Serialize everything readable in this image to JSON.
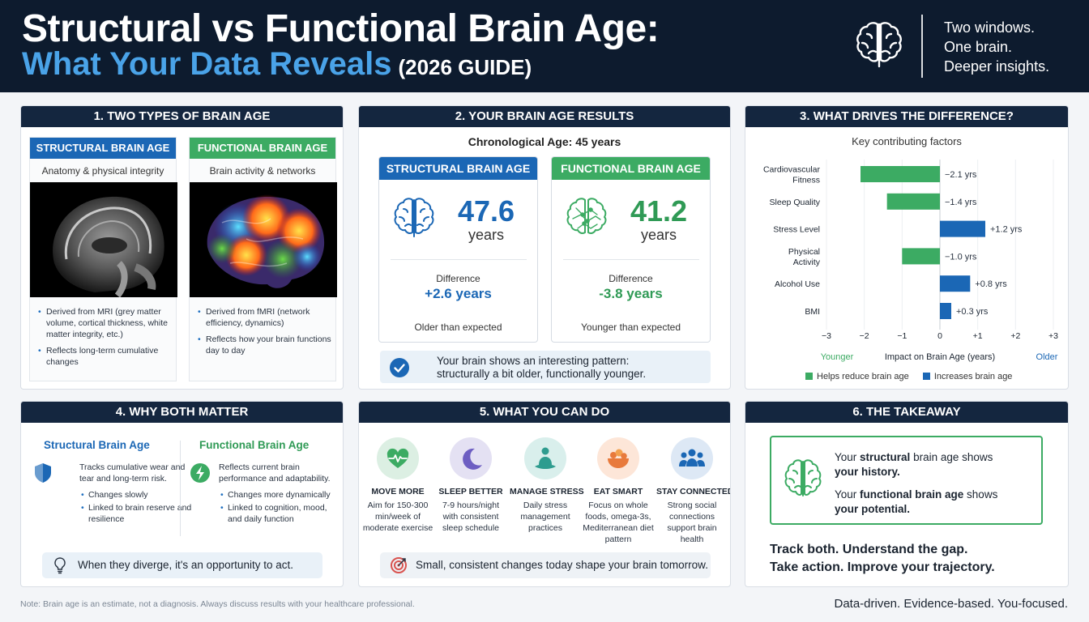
{
  "header": {
    "title_line1": "Structural vs Functional Brain Age:",
    "title_highlight": "What Your Data Reveals",
    "title_suffix": "(2026 GUIDE)",
    "tagline": [
      "Two windows.",
      "One brain.",
      "Deeper insights."
    ]
  },
  "colors": {
    "navy": "#0d1b2e",
    "panel_head": "#14263f",
    "structural_blue": "#1b67b5",
    "functional_green": "#3cab63",
    "accent_text": "#4aa3e8"
  },
  "icons": {
    "header": "brain-icon",
    "structural": "brain-outline-icon",
    "functional": "brain-network-icon",
    "check": "check-circle-icon",
    "shield": "shield-icon",
    "bolt": "lightning-icon",
    "bulb": "lightbulb-icon",
    "target": "target-icon"
  },
  "panel1": {
    "title": "1. TWO TYPES OF BRAIN AGE",
    "structural": {
      "label": "STRUCTURAL BRAIN AGE",
      "sub": "Anatomy & physical integrity",
      "bullets": [
        "Derived from MRI (grey matter volume, cortical thickness, white matter integrity, etc.)",
        "Reflects long-term cumulative changes"
      ]
    },
    "functional": {
      "label": "FUNCTIONAL BRAIN AGE",
      "sub": "Brain activity & networks",
      "bullets": [
        "Derived from fMRI (network efficiency, dynamics)",
        "Reflects how your brain functions day to day"
      ]
    }
  },
  "panel2": {
    "title": "2. YOUR BRAIN AGE RESULTS",
    "chronological": "Chronological Age: 45 years",
    "structural": {
      "label": "STRUCTURAL BRAIN AGE",
      "value": "47.6",
      "unit": "years",
      "diff_label": "Difference",
      "diff": "+2.6 years",
      "note": "Older than expected"
    },
    "functional": {
      "label": "FUNCTIONAL BRAIN AGE",
      "value": "41.2",
      "unit": "years",
      "diff_label": "Difference",
      "diff": "-3.8 years",
      "note": "Younger than expected"
    },
    "pattern_line1": "Your brain shows an interesting pattern:",
    "pattern_line2": "structurally a bit older, functionally younger."
  },
  "panel3": {
    "title": "3. WHAT DRIVES THE DIFFERENCE?",
    "subtitle": "Key contributing factors",
    "legend_reduce": "Helps reduce brain age",
    "legend_increase": "Increases brain age"
  },
  "chart_data": {
    "type": "bar",
    "orientation": "horizontal",
    "subtitle": "Key contributing factors",
    "categories": [
      "Cardiovascular Fitness",
      "Sleep Quality",
      "Stress Level",
      "Physical Activity",
      "Alcohol Use",
      "BMI"
    ],
    "values": [
      -2.1,
      -1.4,
      1.2,
      -1.0,
      0.8,
      0.3
    ],
    "value_labels": [
      "−2.1 yrs",
      "−1.4 yrs",
      "+1.2 yrs",
      "−1.0 yrs",
      "+0.8 yrs",
      "+0.3 yrs"
    ],
    "xlim": [
      -3,
      3
    ],
    "xticks": [
      "−3",
      "−2",
      "−1",
      "0",
      "+1",
      "+2",
      "+3"
    ],
    "xlabel": "Impact on Brain Age (years)",
    "left_label": "Younger",
    "right_label": "Older",
    "colors": {
      "negative": "#3cab63",
      "positive": "#1b67b5"
    },
    "legend": "bottom"
  },
  "panel4": {
    "title": "4. WHY BOTH MATTER",
    "structural": {
      "head": "Structural Brain Age",
      "body": "Tracks cumulative wear and tear and long-term risk.",
      "bullets": [
        "Changes slowly",
        "Linked to brain reserve and resilience"
      ]
    },
    "functional": {
      "head": "Functional Brain Age",
      "body": "Reflects current brain performance and adaptability.",
      "bullets": [
        "Changes more dynamically",
        "Linked to cognition, mood, and daily function"
      ]
    },
    "diverge": "When they diverge, it's an opportunity to act."
  },
  "panel5": {
    "title": "5. WHAT YOU CAN DO",
    "actions": [
      {
        "label": "MOVE MORE",
        "desc": "Aim for 150-300 min/week of moderate exercise",
        "icon": "heart-pulse-icon",
        "bg": "#dcefe3",
        "fg": "#3cab63"
      },
      {
        "label": "SLEEP BETTER",
        "desc": "7-9 hours/night with consistent sleep schedule",
        "icon": "moon-icon",
        "bg": "#e4e1f3",
        "fg": "#6d5ec2"
      },
      {
        "label": "MANAGE STRESS",
        "desc": "Daily stress management practices",
        "icon": "meditation-icon",
        "bg": "#d9efec",
        "fg": "#2e9c8f"
      },
      {
        "label": "EAT SMART",
        "desc": "Focus on whole foods, omega-3s, Mediterranean diet pattern",
        "icon": "food-bowl-icon",
        "bg": "#fde6d8",
        "fg": "#e87a3c"
      },
      {
        "label": "STAY CONNECTED",
        "desc": "Strong social connections support brain health",
        "icon": "people-icon",
        "bg": "#dde8f5",
        "fg": "#1b67b5"
      }
    ],
    "small_changes": "Small, consistent changes today shape your brain tomorrow."
  },
  "panel6": {
    "title": "6. THE TAKEAWAY",
    "l1a": "Your ",
    "l1b": "structural",
    "l1c": " brain age shows",
    "l1d": "your history.",
    "l2a": "Your ",
    "l2b": "functional brain age",
    "l2c": " shows",
    "l2d": "your potential.",
    "final_line1": "Track both. Understand the gap.",
    "final_line2": "Take action. Improve your trajectory."
  },
  "footer": {
    "note": "Note: Brain age is an estimate, not a diagnosis. Always discuss results with your healthcare professional.",
    "right": "Data-driven. Evidence-based. You-focused."
  }
}
